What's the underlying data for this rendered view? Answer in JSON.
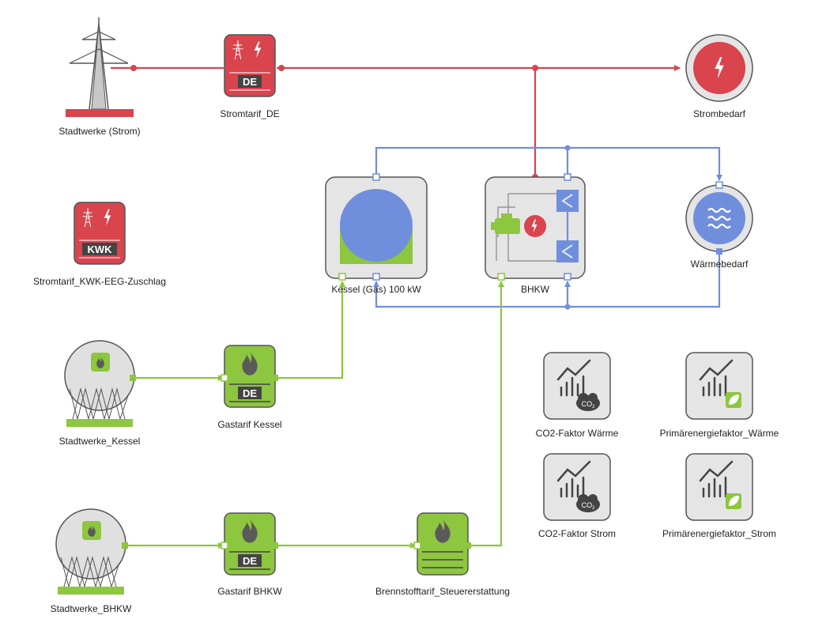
{
  "colors": {
    "power": "#d9444d",
    "heat": "#6f8fdd",
    "gas": "#8dc63f",
    "tile": "#e5e5e5",
    "stroke": "#555555",
    "dark": "#444444"
  },
  "nodes": {
    "grid": {
      "label": "Stadtwerke (Strom)"
    },
    "tariff_de": {
      "label": "Stromtarif_DE",
      "badge": "DE"
    },
    "tariff_kwk": {
      "label": "Stromtarif_KWK-EEG-Zuschlag",
      "badge": "KWK"
    },
    "demand_power": {
      "label": "Strombedarf"
    },
    "demand_heat": {
      "label": "Wärmebedarf"
    },
    "boiler": {
      "label": "Kessel (Gas) 100 kW"
    },
    "chp": {
      "label": "BHKW"
    },
    "gas_supplier_boiler": {
      "label": "Stadtwerke_Kessel"
    },
    "gas_supplier_chp": {
      "label": "Stadtwerke_BHKW"
    },
    "gas_tariff_boiler": {
      "label": "Gastarif Kessel",
      "badge": "DE"
    },
    "gas_tariff_chp": {
      "label": "Gastarif BHKW",
      "badge": "DE"
    },
    "fuel_tariff": {
      "label": "Brennstofftarif_Steuererstattung"
    },
    "co2_heat": {
      "label": "CO2-Faktor Wärme",
      "icon": "co2-cloud-icon",
      "sub": "CO",
      "subscript": "2"
    },
    "co2_power": {
      "label": "CO2-Faktor Strom",
      "icon": "co2-cloud-icon",
      "sub": "CO",
      "subscript": "2"
    },
    "pe_heat": {
      "label": "Primärenergiefaktor_Wärme",
      "icon": "leaf-icon"
    },
    "pe_power": {
      "label": "Primärenergiefaktor_Strom",
      "icon": "leaf-icon"
    }
  }
}
